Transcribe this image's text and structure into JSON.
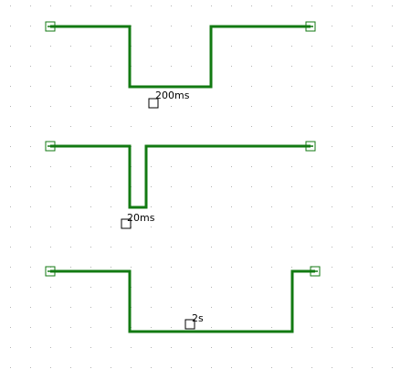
{
  "colors": {
    "background": "#ffffff",
    "grid_dot": "#b4b4b4",
    "wire": "#127a12",
    "terminal": "#127a12",
    "handle": "#000000"
  },
  "pulses": [
    {
      "label": "200ms"
    },
    {
      "label": "20ms"
    },
    {
      "label": "2s"
    }
  ]
}
